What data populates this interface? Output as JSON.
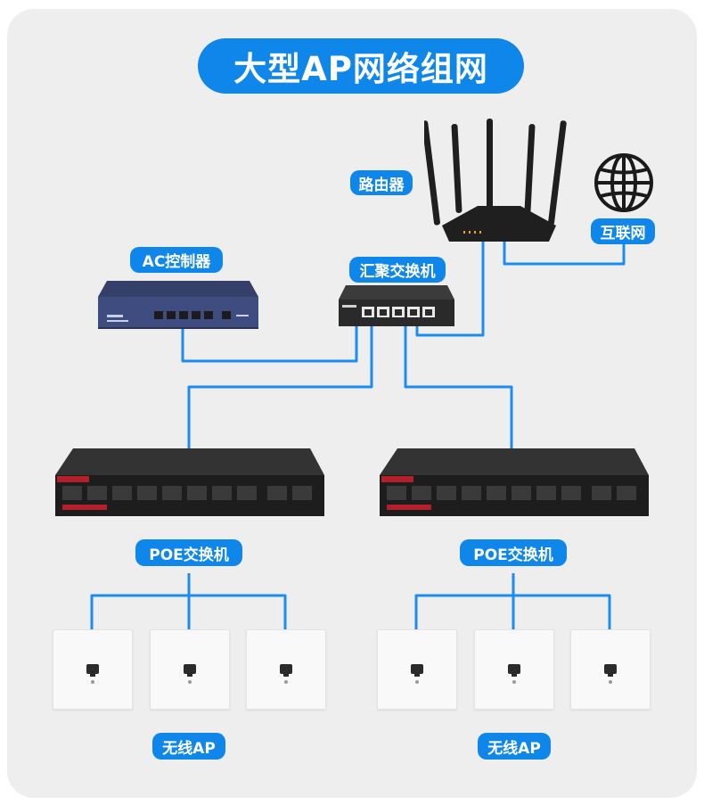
{
  "title": "大型AP网络组网",
  "labels": {
    "router": "路由器",
    "internet": "互联网",
    "ac": "AC控制器",
    "core_switch": "汇聚交换机",
    "poe_left": "POE交换机",
    "poe_right": "POE交换机",
    "ap_left": "无线AP",
    "ap_right": "无线AP"
  },
  "colors": {
    "accent": "#0f86ea",
    "line": "#1c8cf0",
    "panel": "#eeeeee"
  },
  "icons": {
    "internet": "globe-icon"
  }
}
